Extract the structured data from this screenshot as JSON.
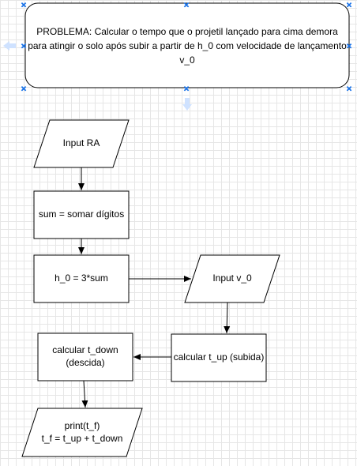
{
  "colors": {
    "stroke": "#000000",
    "fill": "#ffffff",
    "selection": "#1a73e8",
    "hint_arrow": "#cfe2ff"
  },
  "nodes": {
    "problem": {
      "text": "PROBLEMA: Calcular o tempo que o projetil lançado para cima demora para atingir o solo após subir a partir de h_0 com velocidade de lançamento v_0"
    },
    "input_ra": {
      "text": "Input RA"
    },
    "sum": {
      "text": "sum = somar dígitos"
    },
    "h0": {
      "text": "h_0 = 3*sum"
    },
    "input_v0": {
      "text": "Input v_0"
    },
    "t_up": {
      "text": "calcular t_up (subida)"
    },
    "t_down": {
      "text": "calcular t_down\n(descida)"
    },
    "print": {
      "text": "print(t_f)\nt_f = t_up + t_down"
    }
  }
}
